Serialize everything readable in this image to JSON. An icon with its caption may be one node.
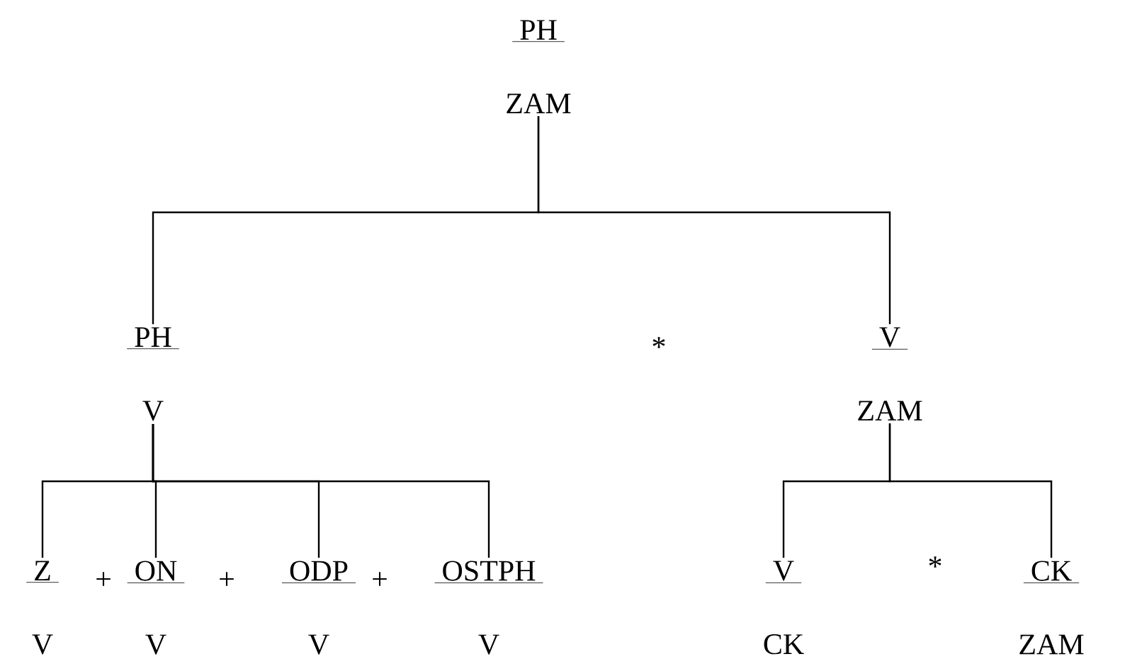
{
  "diagram": {
    "nodes": [
      {
        "text": [
          "PH",
          "ZAM"
        ]
      },
      {
        "text": [
          "PH",
          "V"
        ]
      },
      {
        "text": [
          "V",
          "ZAM"
        ]
      },
      {
        "text": [
          "Z",
          "V"
        ]
      },
      {
        "text": [
          "ON",
          "V"
        ]
      },
      {
        "text": [
          "ODP",
          "V"
        ]
      },
      {
        "text": [
          "OSTPH",
          "V"
        ]
      },
      {
        "text": [
          "V",
          "CK"
        ]
      },
      {
        "text": [
          "CK",
          "ZAM"
        ]
      }
    ],
    "edges": [
      {
        "from": 0,
        "to": 1,
        "arrow": "none"
      },
      {
        "from": 0,
        "to": 2,
        "arrow": "none"
      },
      {
        "from": 1,
        "to": 3,
        "arrow": "none"
      },
      {
        "from": 1,
        "to": 4,
        "arrow": "none"
      },
      {
        "from": 1,
        "to": 5,
        "arrow": "none"
      },
      {
        "from": 1,
        "to": 6,
        "arrow": "none"
      },
      {
        "from": 2,
        "to": 7,
        "arrow": "none"
      },
      {
        "from": 2,
        "to": 8,
        "arrow": "none"
      }
    ],
    "labels": [
      "*",
      "+",
      "+",
      "+",
      "*"
    ]
  }
}
